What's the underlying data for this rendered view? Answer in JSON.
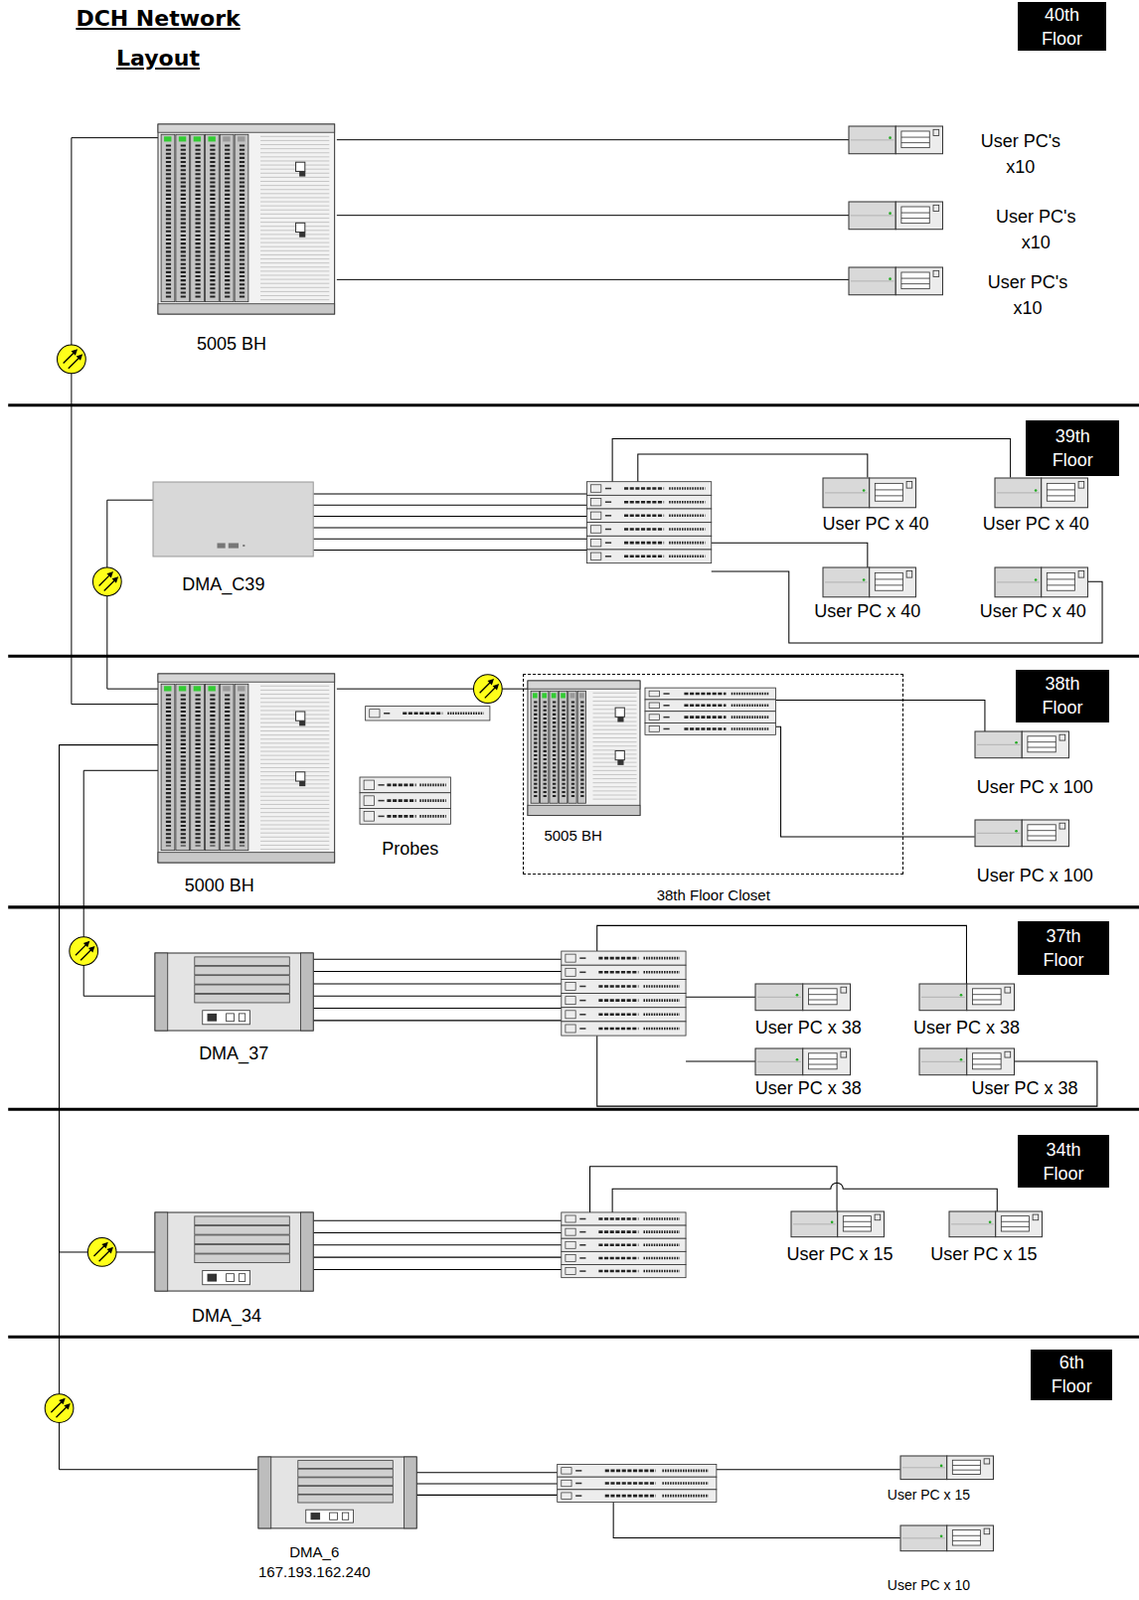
{
  "diagram": {
    "title": "DCH Network Layout",
    "nodes": [
      {
        "text": [
          "40th Floor"
        ]
      },
      {
        "text": [
          "5005 BH"
        ]
      },
      {
        "text": [
          "User PC's x10"
        ]
      },
      {
        "text": [
          "User PC's x10"
        ]
      },
      {
        "text": [
          "User PC's x10"
        ]
      },
      {
        "text": [
          "39th Floor"
        ]
      },
      {
        "text": [
          "DMA_C39"
        ]
      },
      {
        "text": [
          "User PC x 40"
        ]
      },
      {
        "text": [
          "User PC x 40"
        ]
      },
      {
        "text": [
          "User PC x 40"
        ]
      },
      {
        "text": [
          "User PC x 40"
        ]
      },
      {
        "text": [
          "38th Floor"
        ]
      },
      {
        "text": [
          "5000 BH"
        ]
      },
      {
        "text": [
          "Probes"
        ]
      },
      {
        "text": [
          "38th Floor Closet"
        ]
      },
      {
        "text": [
          "5005 BH"
        ],
        "in": 14
      },
      {
        "text": [
          "User PC x 100"
        ]
      },
      {
        "text": [
          "User PC x 100"
        ]
      },
      {
        "text": [
          "37th Floor"
        ]
      },
      {
        "text": [
          "DMA_37"
        ]
      },
      {
        "text": [
          "User PC x 38"
        ]
      },
      {
        "text": [
          "User PC x 38"
        ]
      },
      {
        "text": [
          "User PC x 38"
        ]
      },
      {
        "text": [
          "User PC x 38"
        ]
      },
      {
        "text": [
          "34th Floor"
        ]
      },
      {
        "text": [
          "DMA_34"
        ]
      },
      {
        "text": [
          "User PC x 15"
        ]
      },
      {
        "text": [
          "User PC x 15"
        ]
      },
      {
        "text": [
          "6th Floor"
        ]
      },
      {
        "text": [
          "DMA_6",
          "167.193.162.240"
        ]
      },
      {
        "text": [
          "User PC x 15"
        ]
      },
      {
        "text": [
          "User PC x 10"
        ]
      }
    ],
    "edges": [
      {
        "from": 1,
        "to": 2,
        "arrow": "none"
      },
      {
        "from": 1,
        "to": 3,
        "arrow": "none"
      },
      {
        "from": 1,
        "to": 4,
        "arrow": "none"
      },
      {
        "from": 12,
        "to": 1,
        "arrow": "none"
      },
      {
        "from": 12,
        "to": 6,
        "arrow": "none"
      },
      {
        "from": 12,
        "to": 15,
        "arrow": "none"
      },
      {
        "from": 12,
        "to": 19,
        "arrow": "none"
      },
      {
        "from": 12,
        "to": 25,
        "arrow": "none"
      },
      {
        "from": 12,
        "to": 29,
        "arrow": "none"
      }
    ]
  }
}
